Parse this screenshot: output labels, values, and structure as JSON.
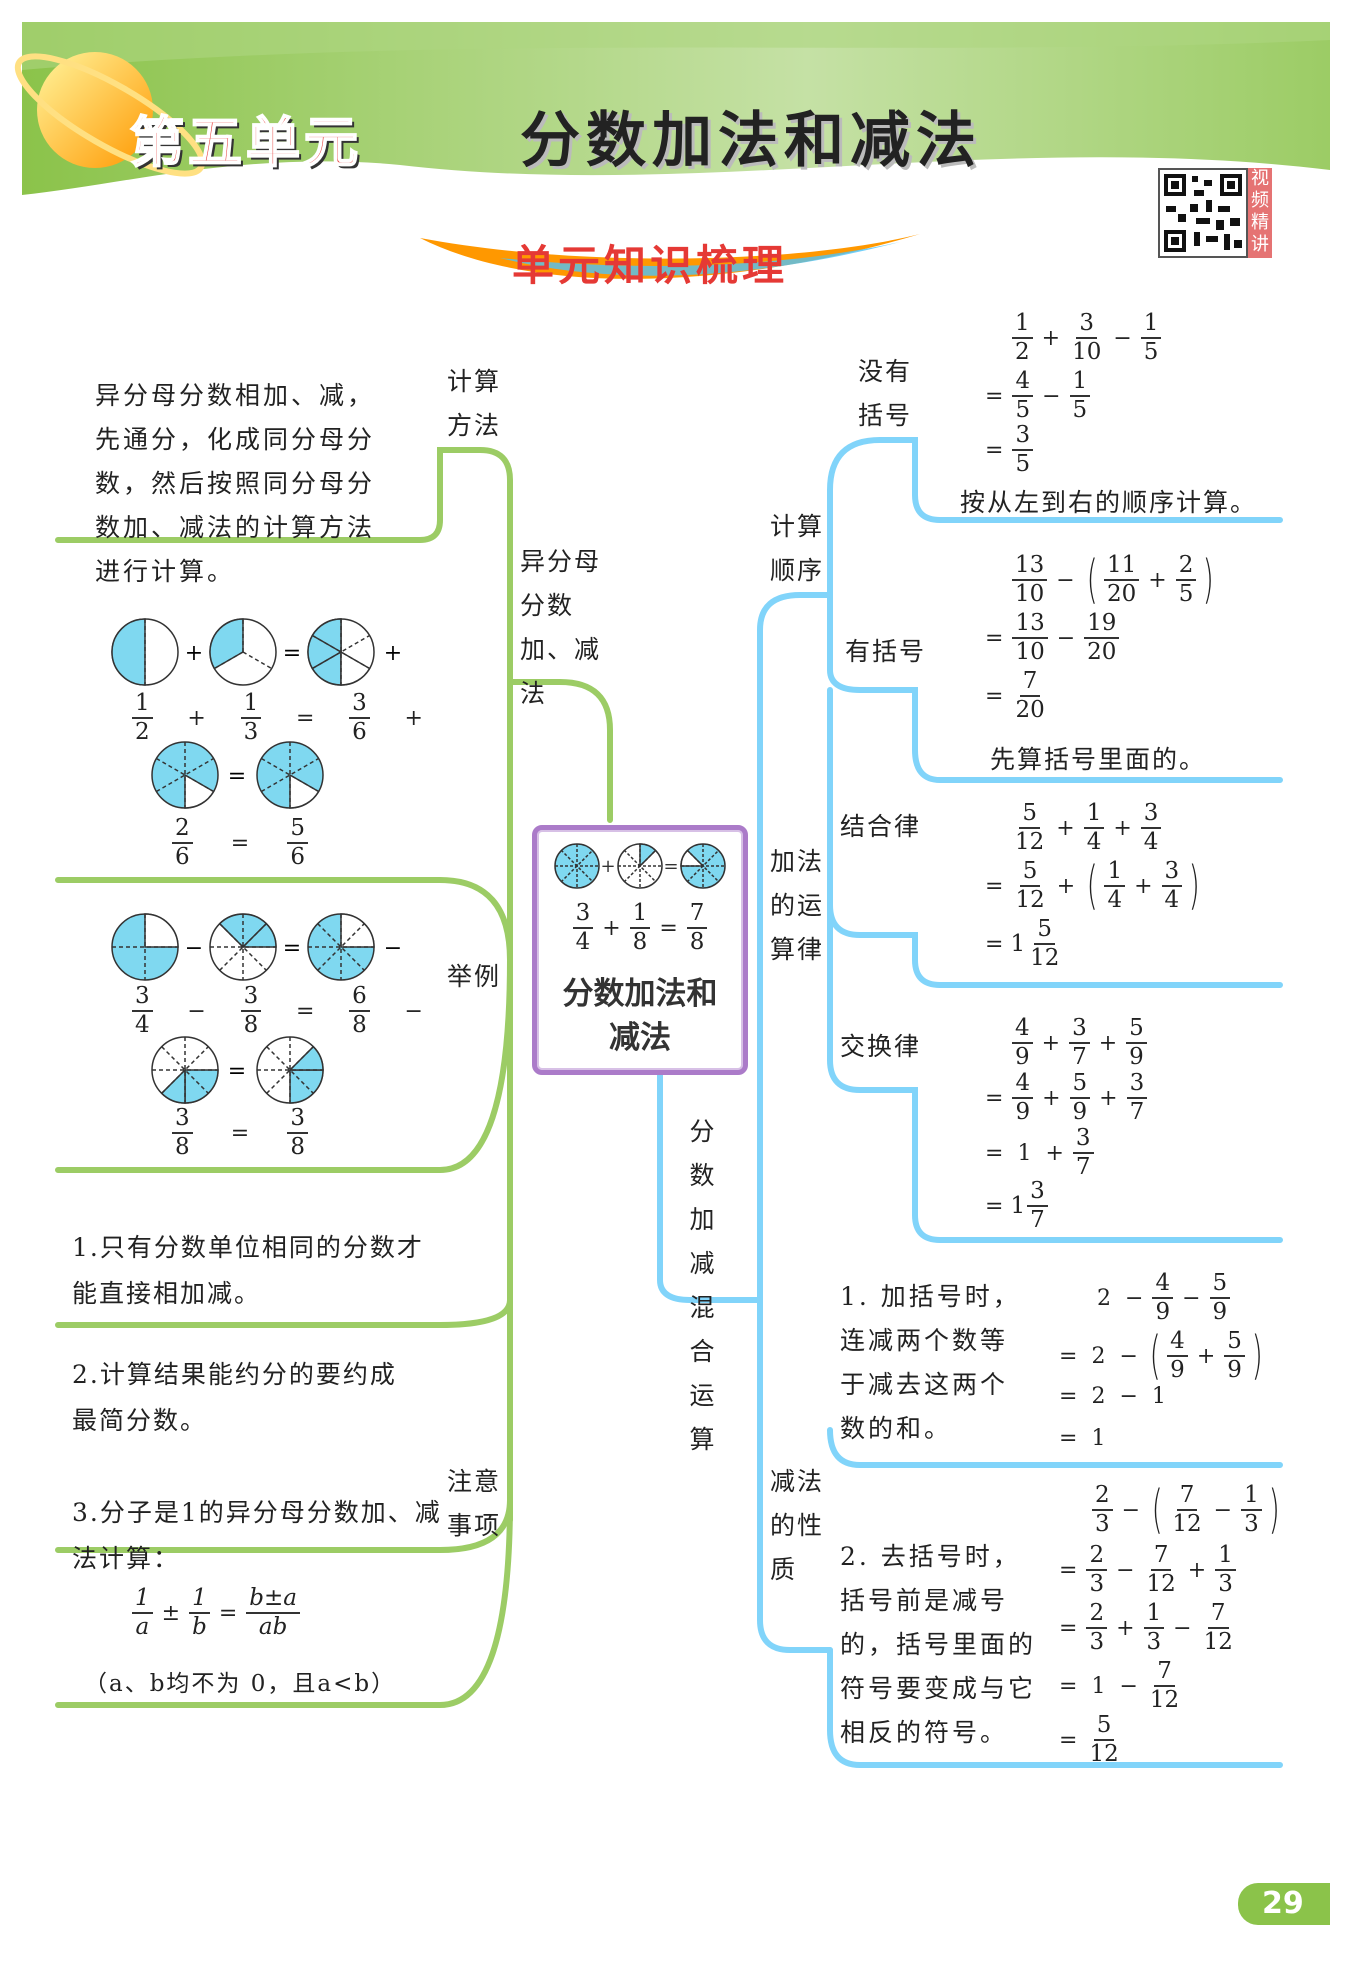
{
  "header": {
    "unit_label": "第五单元",
    "title": "分数加法和减法",
    "qr_caption": "视频精讲",
    "section_title": "单元知识梳理",
    "page_number": "29"
  },
  "center": {
    "fractions": [
      {
        "n": "3",
        "d": "4"
      },
      {
        "n": "1",
        "d": "8"
      },
      {
        "n": "7",
        "d": "8"
      }
    ],
    "ops": [
      "+",
      "="
    ],
    "title": "分数加法和减法"
  },
  "left": {
    "branch_main": "异分母分数加、减法",
    "calc_method_label": "计算方法",
    "calc_method_text": "异分母分数相加、减，先通分，化成同分母分数，然后按照同分母分数加、减法的计算方法进行计算。",
    "example_label": "举例",
    "example1": {
      "row1": [
        {
          "n": "1",
          "d": "2"
        },
        {
          "n": "1",
          "d": "3"
        },
        {
          "n": "3",
          "d": "6"
        }
      ],
      "ops1": [
        "+",
        "=",
        "+"
      ],
      "row2": [
        {
          "n": "2",
          "d": "6"
        },
        {
          "n": "5",
          "d": "6"
        }
      ],
      "eq": "="
    },
    "example2": {
      "row1": [
        {
          "n": "3",
          "d": "4"
        },
        {
          "n": "3",
          "d": "8"
        },
        {
          "n": "6",
          "d": "8"
        }
      ],
      "ops1": [
        "−",
        "=",
        "−"
      ],
      "row2": [
        {
          "n": "3",
          "d": "8"
        },
        {
          "n": "3",
          "d": "8"
        }
      ],
      "eq": "="
    },
    "notes_label": "注意事项",
    "note1": "1.只有分数单位相同的分数才能直接相加减。",
    "note2": "2.计算结果能约分的要约成最简分数。",
    "note3": "3.分子是1的异分母分数加、减法计算：",
    "note3_formula": {
      "a": "1",
      "b": "a",
      "c": "1",
      "d": "b",
      "e": "b±a",
      "f": "ab",
      "pm": "±",
      "eq": "="
    },
    "note3_condition": "（a、b均不为 0，且a<b）"
  },
  "right": {
    "mixed_label": "分数加减混合运算",
    "order_label": "计算顺序",
    "no_paren_label": "没有括号",
    "no_paren_note": "按从左到右的顺序计算。",
    "paren_label": "有括号",
    "paren_note": "先算括号里面的。",
    "laws_label": "加法的运算律",
    "assoc_label": "结合律",
    "commut_label": "交换律",
    "sub_label": "减法的性质",
    "sub1_text": "1. 加括号时，连减两个数等于减去这两个数的和。",
    "sub2_text": "2. 去括号时，括号前是减号的，括号里面的符号要变成与它相反的符号。",
    "eq": "="
  }
}
